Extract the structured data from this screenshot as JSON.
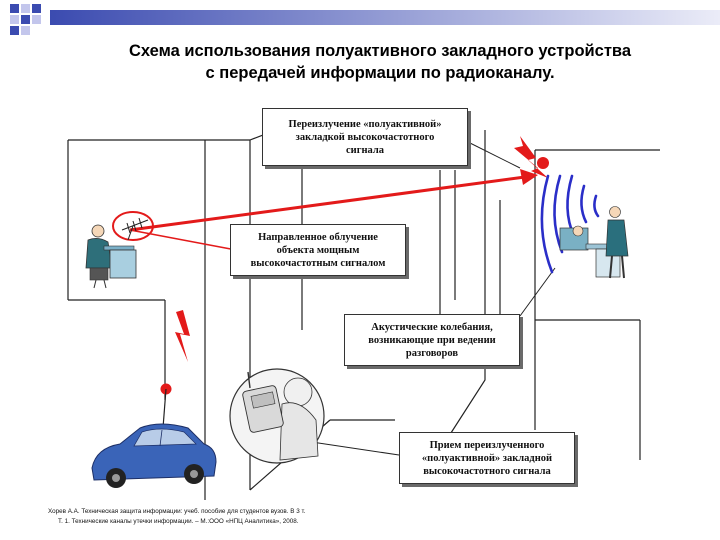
{
  "title": {
    "line1": "Схема использования полуактивного закладного устройства",
    "line2": "с передачей информации по радиоканалу."
  },
  "callouts": {
    "reradiation": "Переизлучение «полуактивной»\nзакладкой высокочастотного\nсигнала",
    "irradiation": "Направленное облучение\nобъекта мощным\nвысокочастотным сигналом",
    "acoustic": "Акустические колебания,\nвозникающие при ведении\nразговоров",
    "reception": "Прием переизлученного\n«полуактивной» закладной\nвысокочастотного сигнала"
  },
  "source": {
    "line1": "Хорев А.А.  Техническая  защита информации: учеб. пособие для студентов вузов. В 3 т.",
    "line2": "Т. 1. Технические каналы утечки информации. – М.:ООО «НПЦ Аналитика», 2008."
  },
  "colors": {
    "header_blue": "#3b4bb0",
    "header_light": "#c3c6ec",
    "signal_red": "#e31a1a",
    "wave_blue": "#2a2ec8",
    "car_blue": "#3a64b8"
  },
  "icons": [
    "antenna-icon",
    "lightning-icon",
    "radio-waves-icon",
    "car-icon",
    "handheld-receiver-icon",
    "operator-person-icon",
    "office-person-icon"
  ]
}
